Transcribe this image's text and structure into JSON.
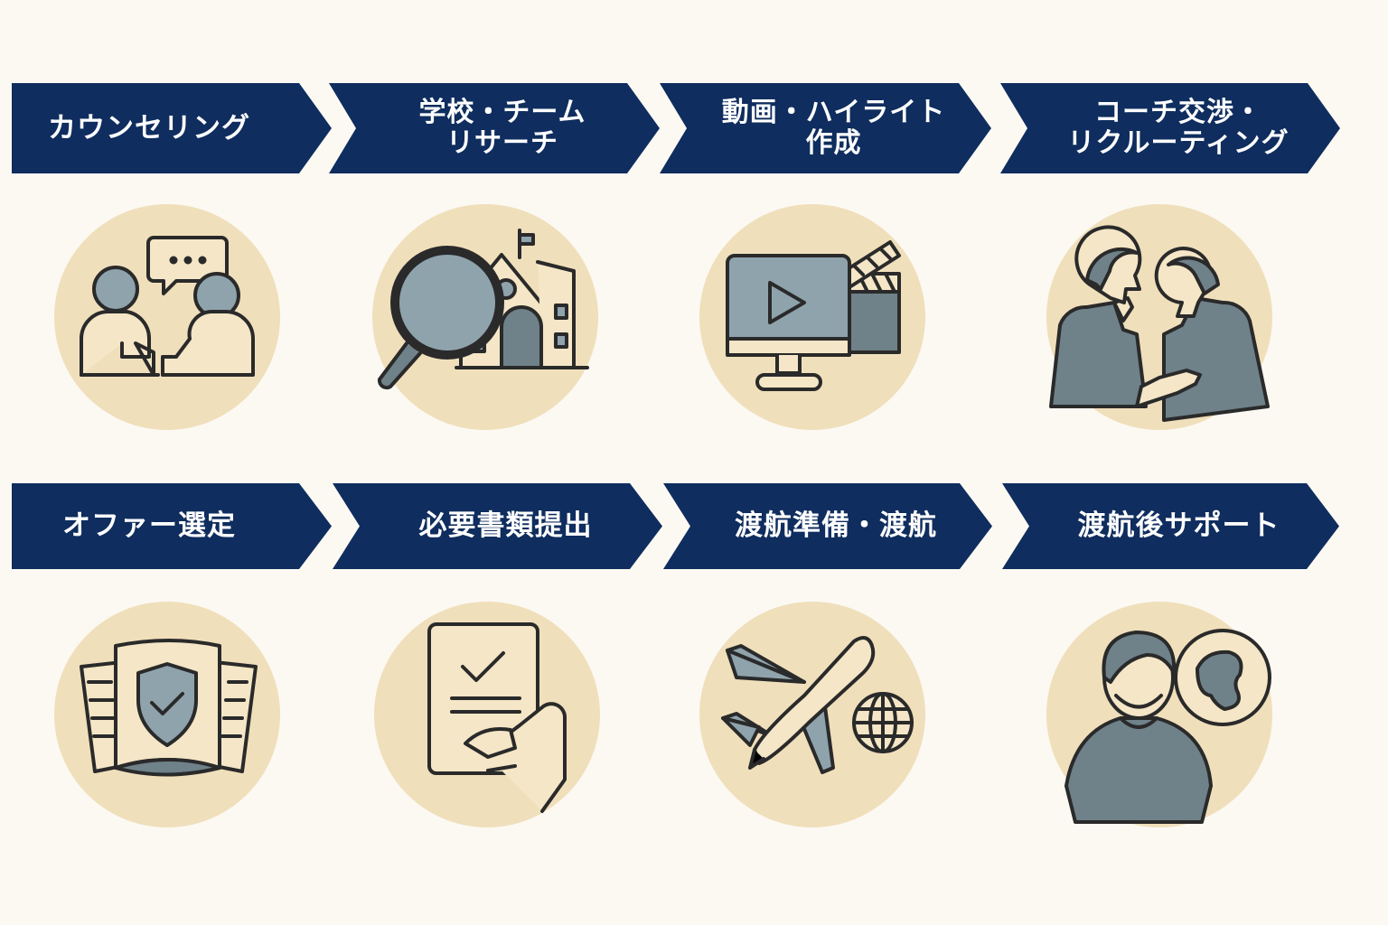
{
  "steps": [
    {
      "label": "カウンセリング",
      "icon": "counseling-icon"
    },
    {
      "label": "学校・チーム\nリサーチ",
      "icon": "school-research-icon"
    },
    {
      "label": "動画・ハイライト\n作成",
      "icon": "video-icon"
    },
    {
      "label": "コーチ交渉・\nリクルーティング",
      "icon": "handshake-icon"
    },
    {
      "label": "オファー選定",
      "icon": "offer-shield-icon"
    },
    {
      "label": "必要書類提出",
      "icon": "document-submit-icon"
    },
    {
      "label": "渡航準備・渡航",
      "icon": "airplane-icon"
    },
    {
      "label": "渡航後サポート",
      "icon": "support-person-globe-icon"
    }
  ],
  "colors": {
    "navy": "#0f2d5e",
    "circle": "#f0dfbb",
    "icon_fill": "#8fa3ad",
    "icon_fill_dark": "#6f8189",
    "stroke": "#2a2a2a",
    "background": "#fcf9f3"
  }
}
